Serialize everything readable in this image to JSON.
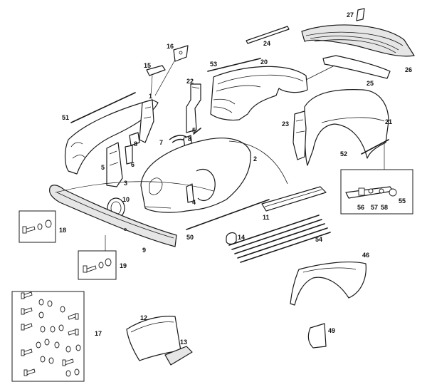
{
  "diagram": {
    "labels": {
      "p1": "1",
      "p2": "2",
      "p3": "3",
      "p4": "4",
      "p5a": "5",
      "p5b": "5",
      "p6": "6",
      "p7": "7",
      "p8a": "8",
      "p8b": "8",
      "p9": "9",
      "p10": "10",
      "p11": "11",
      "p12": "12",
      "p13": "13",
      "p14": "14",
      "p15": "15",
      "p16": "16",
      "p17": "17",
      "p18": "18",
      "p19": "19",
      "p20": "20",
      "p21": "21",
      "p22": "22",
      "p23": "23",
      "p24": "24",
      "p25": "25",
      "p26": "26",
      "p27": "27",
      "p46": "46",
      "p49": "49",
      "p50": "50",
      "p51": "51",
      "p52": "52",
      "p53": "53",
      "p54": "54",
      "p55": "55",
      "p56": "56",
      "p57": "57",
      "p58": "58"
    }
  }
}
